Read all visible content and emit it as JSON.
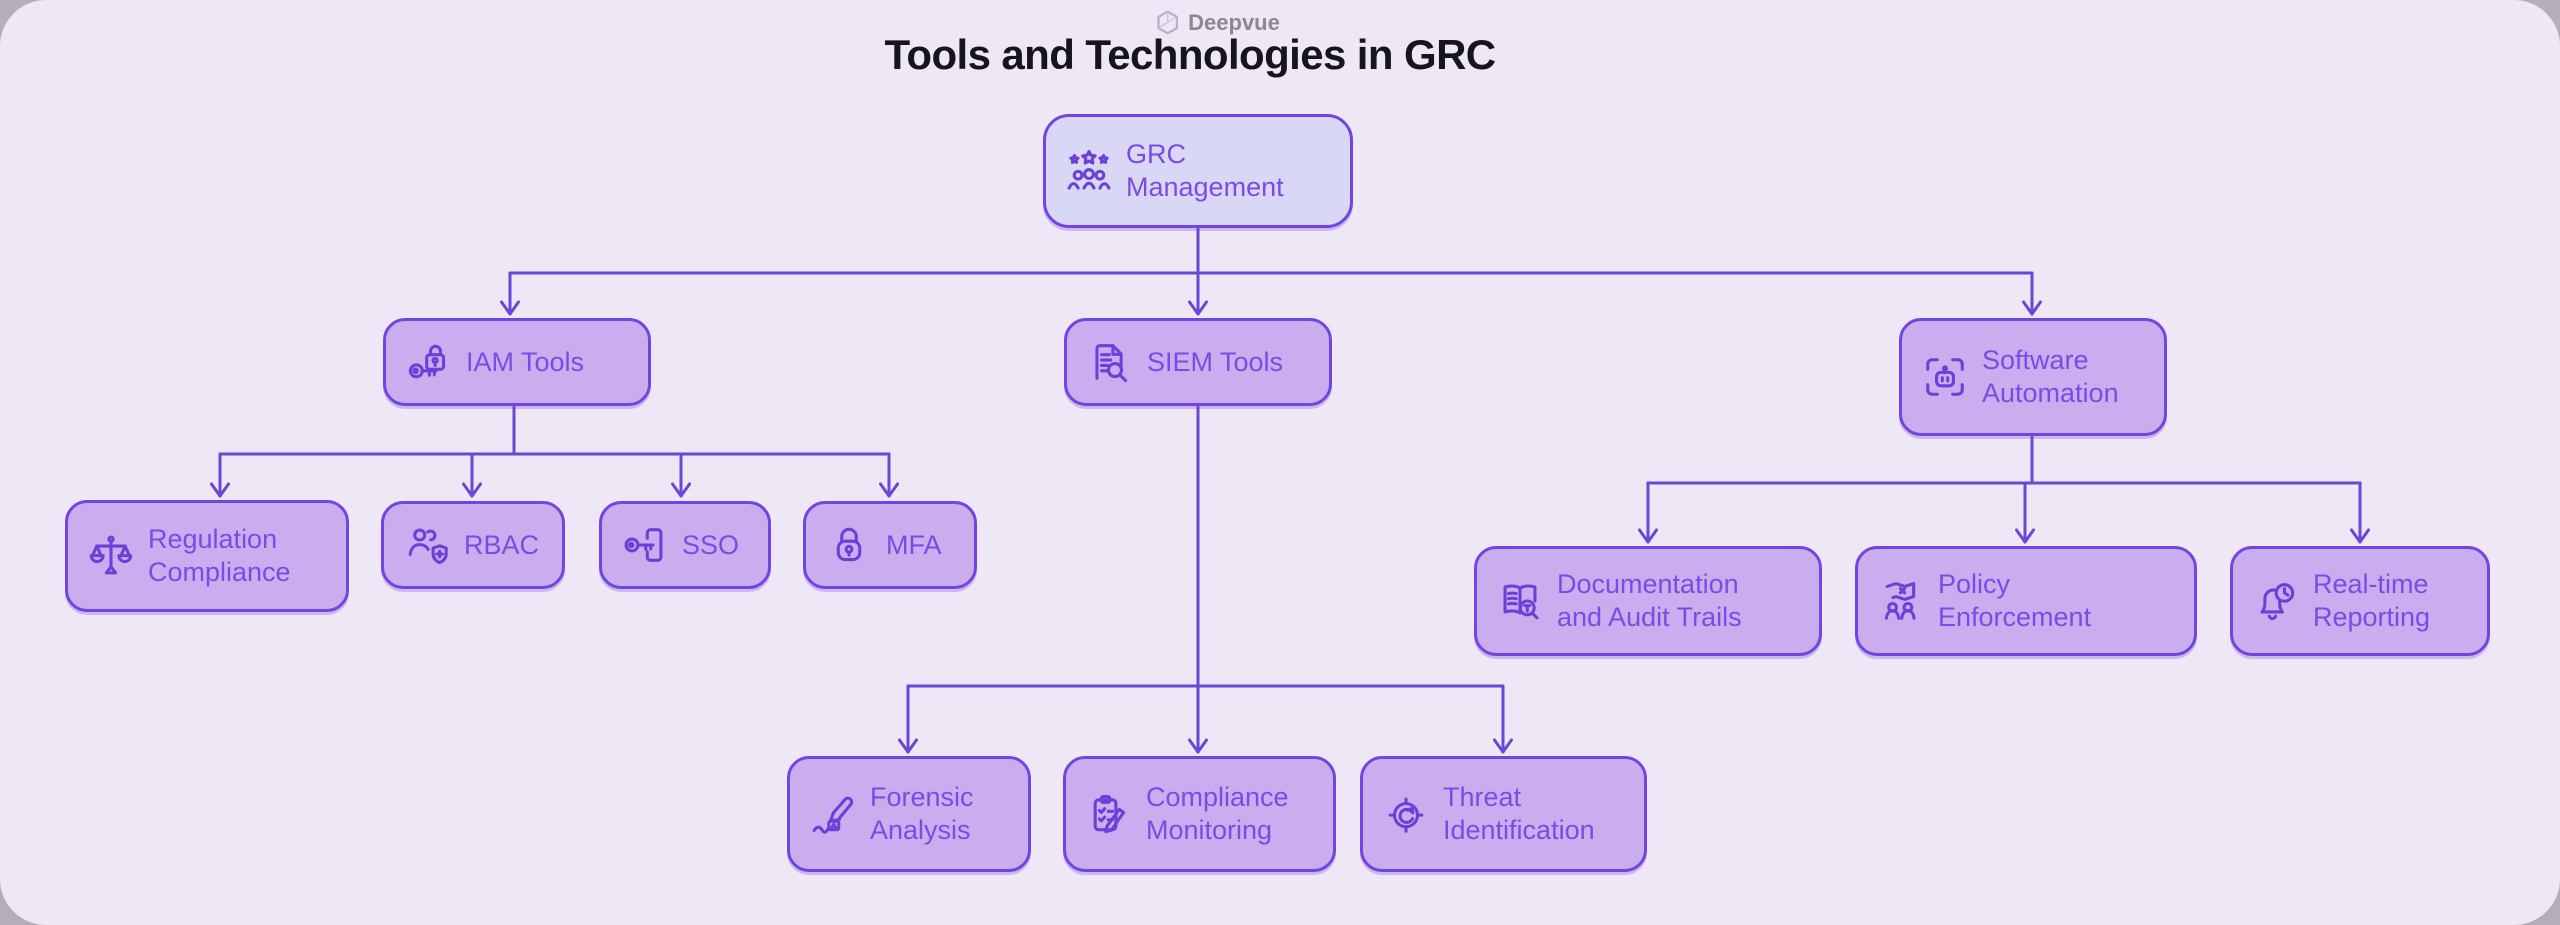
{
  "header": {
    "brand": "Deepvue",
    "title": "Tools and Technologies in GRC"
  },
  "colors": {
    "outer_background": "#b3adbc",
    "canvas_background": "#ede7f6",
    "node_fill": "#c9adef",
    "root_node_fill": "#d8d7f5",
    "node_border": "#7345e0",
    "node_text": "#7c4ae4",
    "connector": "#6a47d4",
    "title_text": "#171320",
    "brand_text": "#8b8795"
  },
  "diagram_type": "hierarchy",
  "nodes": {
    "grc": {
      "label": "GRC Management",
      "icon": "team-stars-icon"
    },
    "iam": {
      "label": "IAM Tools",
      "icon": "key-lock-icon"
    },
    "siem": {
      "label": "SIEM Tools",
      "icon": "document-search-icon"
    },
    "sa": {
      "label": "Software Automation",
      "icon": "robot-scan-icon"
    },
    "reg": {
      "label": "Regulation Compliance",
      "icon": "scales-icon"
    },
    "rbac": {
      "label": "RBAC",
      "icon": "users-shield-icon"
    },
    "sso": {
      "label": "SSO",
      "icon": "key-door-icon"
    },
    "mfa": {
      "label": "MFA",
      "icon": "padlock-icon"
    },
    "fa": {
      "label": "Forensic Analysis",
      "icon": "pen-stamp-icon"
    },
    "cm": {
      "label": "Compliance Monitoring",
      "icon": "clipboard-pencil-icon"
    },
    "ti": {
      "label": "Threat Identification",
      "icon": "target-icon"
    },
    "doc": {
      "label": "Documentation and Audit Trails",
      "icon": "book-magnifier-icon"
    },
    "pe": {
      "label": "Policy Enforcement",
      "icon": "map-people-icon"
    },
    "rr": {
      "label": "Real-time Reporting",
      "icon": "bell-clock-icon"
    }
  },
  "edges": [
    [
      "GRC Management",
      "IAM Tools"
    ],
    [
      "GRC Management",
      "SIEM Tools"
    ],
    [
      "GRC Management",
      "Software Automation"
    ],
    [
      "IAM Tools",
      "Regulation Compliance"
    ],
    [
      "IAM Tools",
      "RBAC"
    ],
    [
      "IAM Tools",
      "SSO"
    ],
    [
      "IAM Tools",
      "MFA"
    ],
    [
      "SIEM Tools",
      "Forensic Analysis"
    ],
    [
      "SIEM Tools",
      "Compliance Monitoring"
    ],
    [
      "SIEM Tools",
      "Threat Identification"
    ],
    [
      "Software Automation",
      "Documentation and Audit Trails"
    ],
    [
      "Software Automation",
      "Policy Enforcement"
    ],
    [
      "Software Automation",
      "Real-time Reporting"
    ]
  ]
}
